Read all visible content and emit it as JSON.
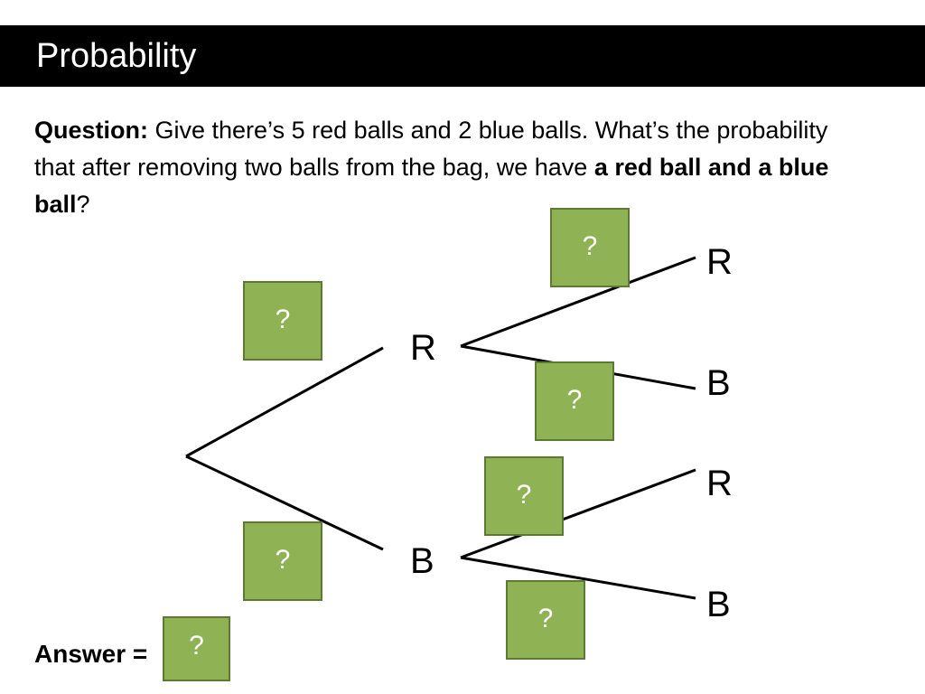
{
  "title": "Probability",
  "question": {
    "label": "Question:",
    "text": " Give there’s 5 red balls and 2 blue balls. What’s the probability that after removing two balls from the bag, we have ",
    "emphasis": "a red ball and a blue ball",
    "end": "?"
  },
  "tree": {
    "first_level": [
      {
        "label": "R",
        "box": "?"
      },
      {
        "label": "B",
        "box": "?"
      }
    ],
    "second_level": [
      {
        "label": "R",
        "box": "?"
      },
      {
        "label": "B",
        "box": "?"
      },
      {
        "label": "R",
        "box": "?"
      },
      {
        "label": "B",
        "box": "?"
      }
    ],
    "line_color": "#000000",
    "box_color": "#8fb255"
  },
  "answer": {
    "label": "Answer =",
    "value": "?"
  }
}
